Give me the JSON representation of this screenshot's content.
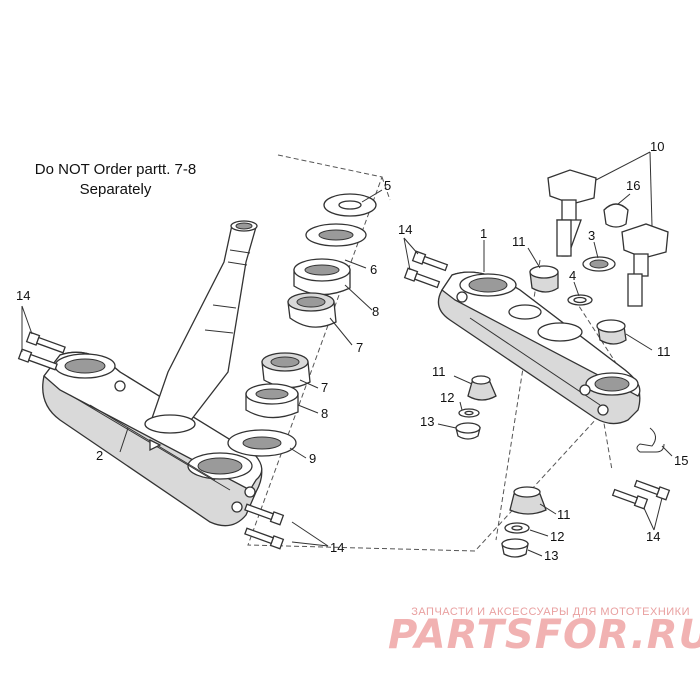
{
  "note": {
    "line1": "Do NOT Order partt. 7-8",
    "line2": "Separately"
  },
  "callouts": {
    "c1": "1",
    "c2": "2",
    "c3": "3",
    "c4": "4",
    "c5": "5",
    "c6": "6",
    "c7a": "7",
    "c7b": "7",
    "c8a": "8",
    "c8b": "8",
    "c9": "9",
    "c10": "10",
    "c11a": "11",
    "c11b": "11",
    "c11c": "11",
    "c11d": "11",
    "c12a": "12",
    "c12b": "12",
    "c13a": "13",
    "c13b": "13",
    "c14a": "14",
    "c14b": "14",
    "c14c": "14",
    "c14d": "14",
    "c15": "15",
    "c16": "16"
  },
  "watermark": {
    "tagline": "ЗАПЧАСТИ И АКСЕССУАРЫ ДЛЯ МОТОТЕХНИКИ",
    "brand": "PARTSFOR.RU"
  },
  "colors": {
    "line": "#333333",
    "watermark": "#f1b2b2"
  }
}
